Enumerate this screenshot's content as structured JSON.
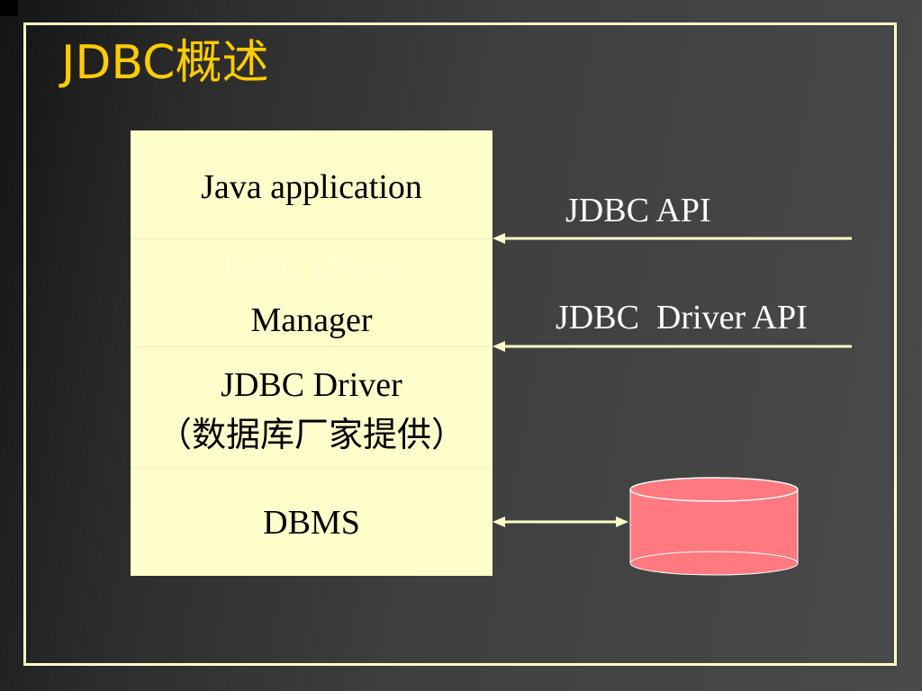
{
  "slide": {
    "title": "JDBC概述"
  },
  "stack": {
    "layers": [
      {
        "name": "java-application",
        "lines": [
          "Java application"
        ]
      },
      {
        "name": "jdbc-driver-manager",
        "ghost": "JDBC Driver",
        "lines": [
          "Manager"
        ]
      },
      {
        "name": "jdbc-driver",
        "lines": [
          "JDBC Driver",
          "（数据库厂家提供）"
        ]
      },
      {
        "name": "dbms",
        "lines": [
          "DBMS"
        ]
      }
    ]
  },
  "interfaces": {
    "api": "JDBC API",
    "driver_api": "JDBC  Driver API"
  },
  "colors": {
    "title": "#ffcc00",
    "frame": "#ffffc8",
    "box_fill": "#ffffcc",
    "arrow": "#ffffcc",
    "database_fill": "#ff7a80",
    "label": "#ffffff"
  },
  "icons": {
    "database": "database-cylinder-icon"
  }
}
